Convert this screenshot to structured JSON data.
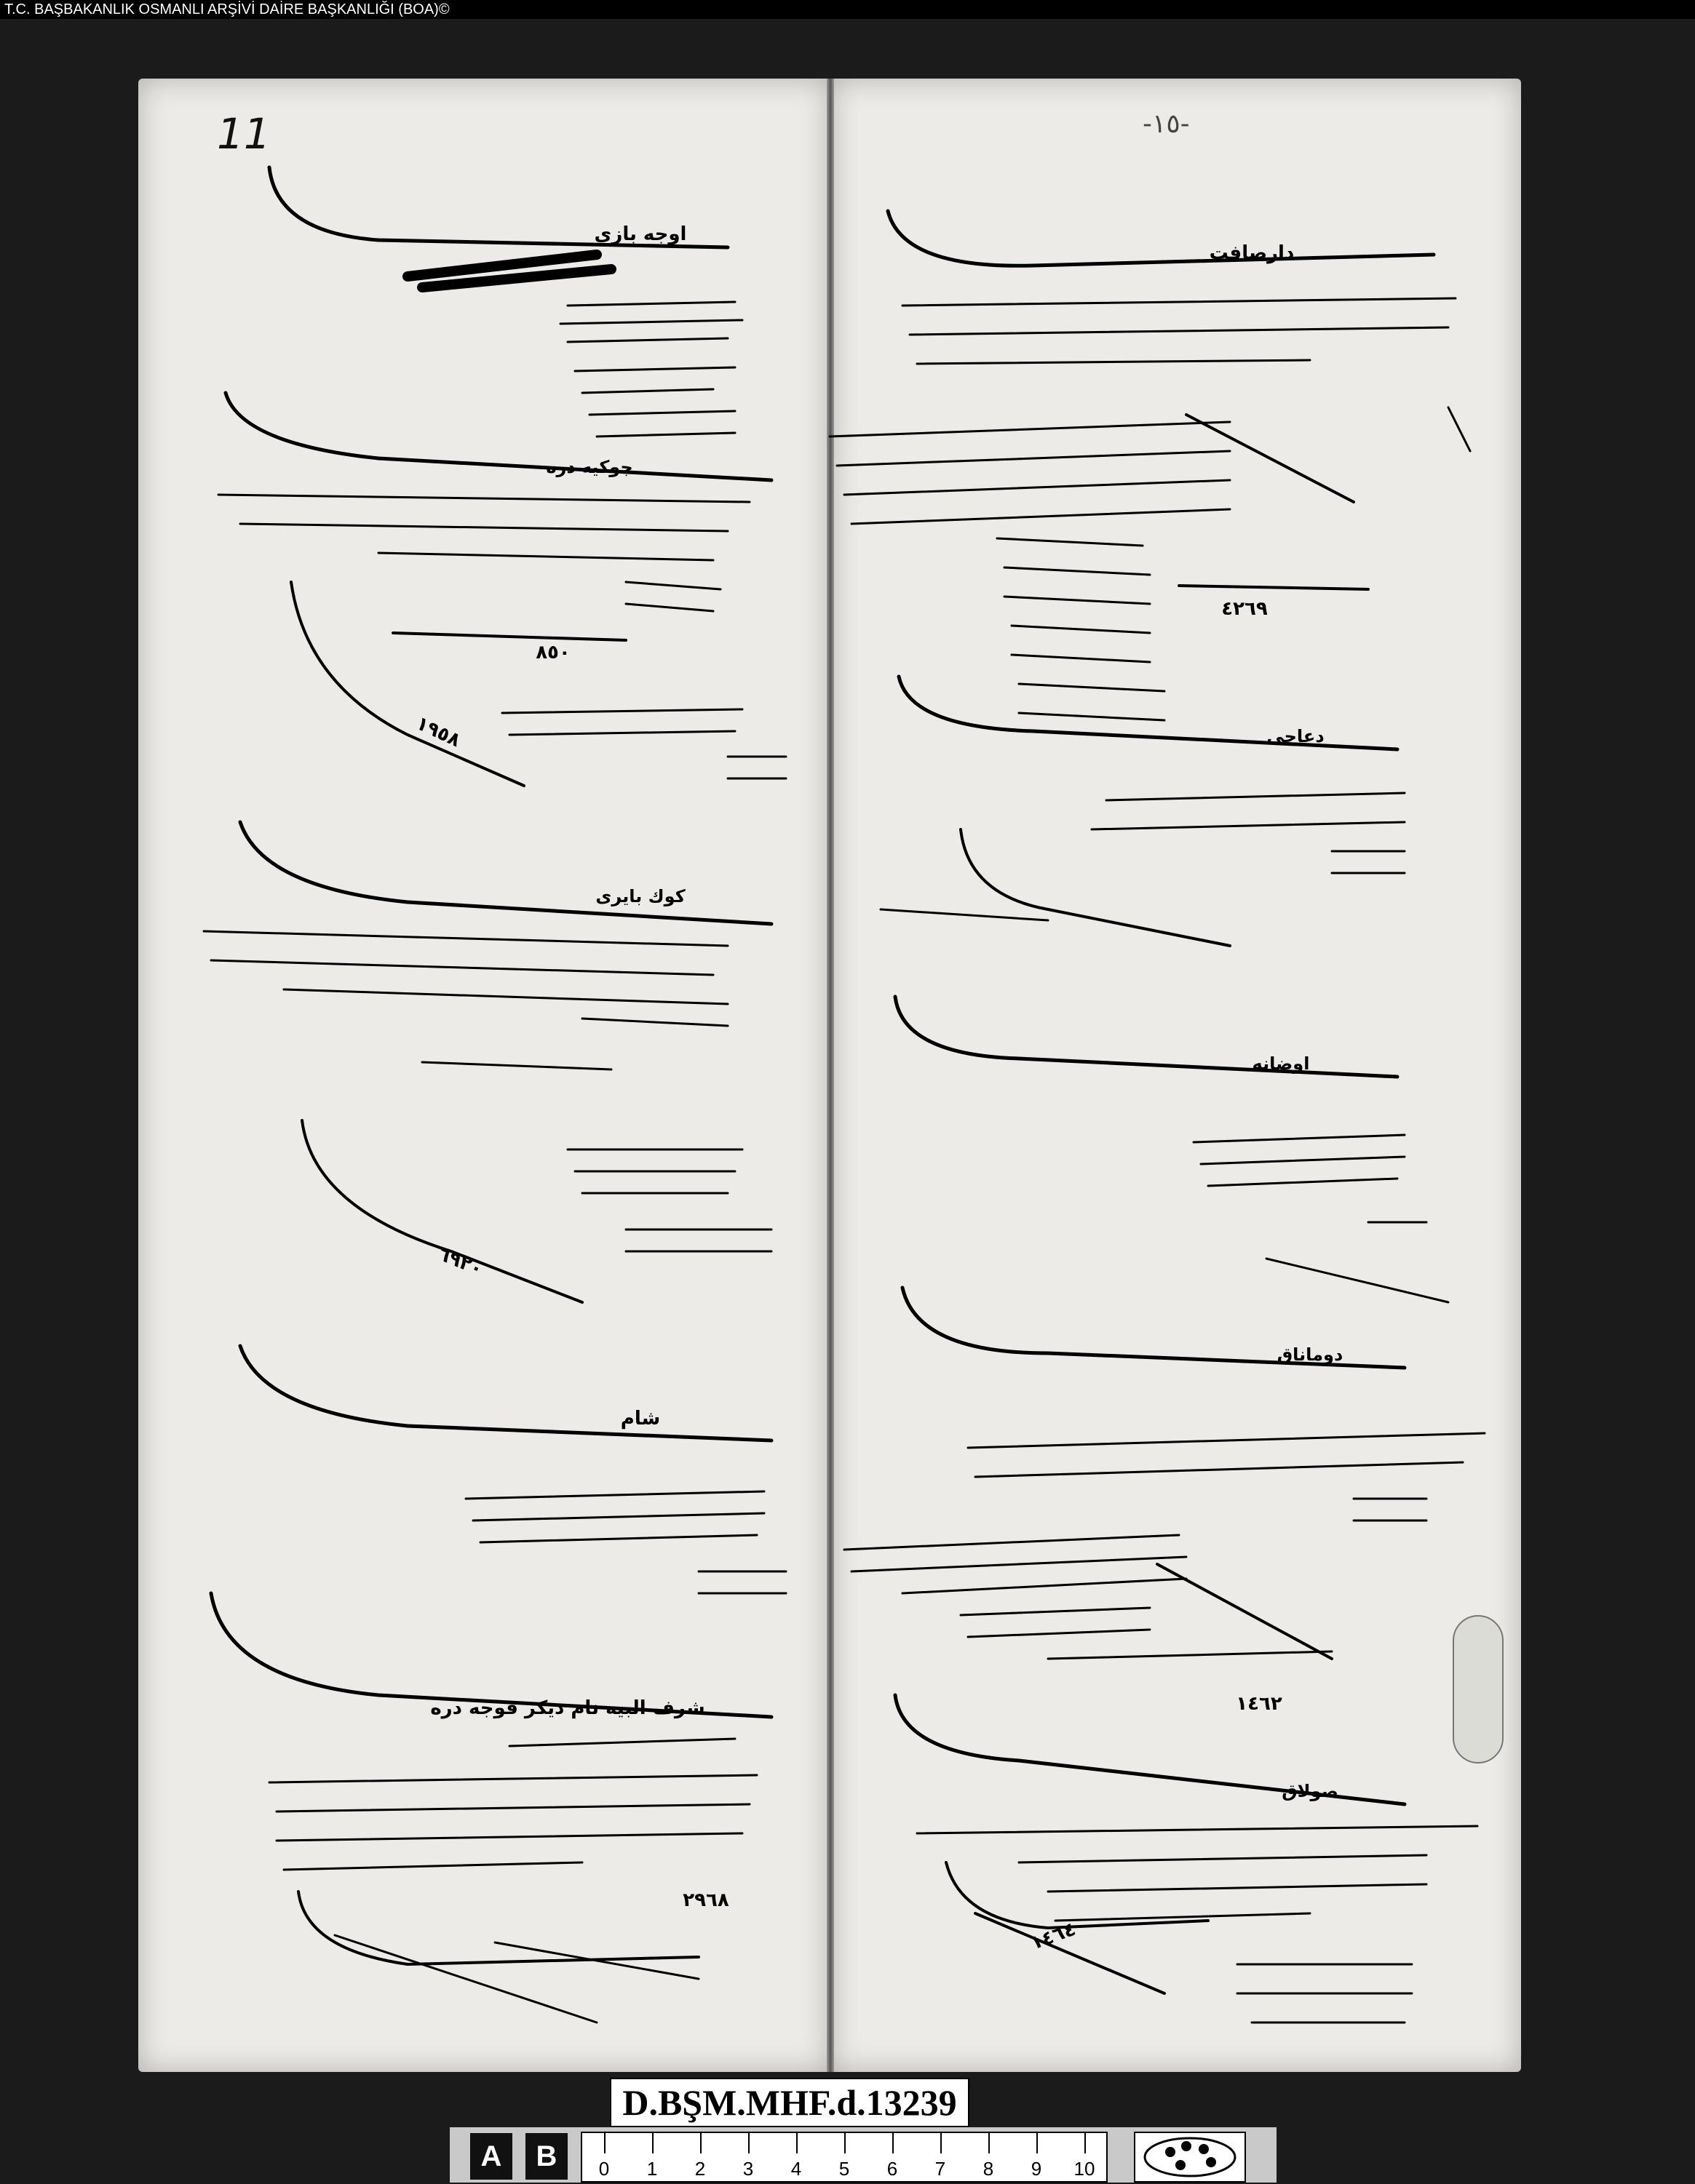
{
  "header": {
    "archive_text": "T.C. BAŞBAKANLIK OSMANLI ARŞİVİ DAİRE BAŞKANLIĞI (BOA)©"
  },
  "document": {
    "folio_left": "11",
    "folio_right": "-١٥-",
    "reference_label": "D.BŞM.MHF.d.13239",
    "left_page": {
      "headings": [
        "اوجه بازى",
        "جوكيه دره",
        "كوك بايرى",
        "شام",
        "شرف البيه نام ديكر قوجه دره"
      ],
      "totals": [
        "١٩٥٨",
        "٨٥٠",
        "٦٩٢٠",
        "٢٩٦٨"
      ]
    },
    "right_page": {
      "headings": [
        "دارصافت",
        "دعاجى",
        "اوضانه",
        "دوماناق",
        "صولاق"
      ],
      "totals": [
        "٤٢٦٩",
        "١٤٦٢",
        "١٤٦٤"
      ]
    }
  },
  "scale_bar": {
    "cards": [
      "A",
      "B"
    ],
    "ticks": [
      "0",
      "1",
      "2",
      "3",
      "4",
      "5",
      "6",
      "7",
      "8",
      "9",
      "10"
    ]
  }
}
